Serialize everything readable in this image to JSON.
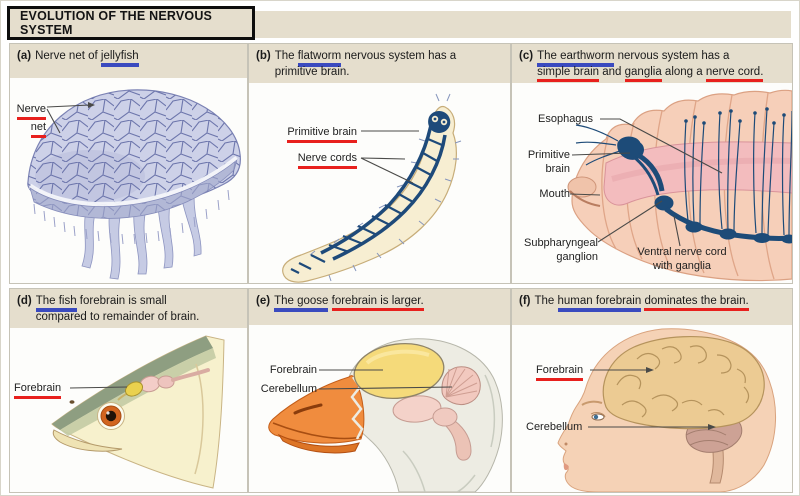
{
  "title": "EVOLUTION OF THE NERVOUS SYSTEM",
  "colors": {
    "header_bg": "#e5decd",
    "underline_blue": "#3a4abf",
    "underline_red": "#e8201d",
    "nervous_system_navy": "#1d4b78",
    "panel_border": "#c6c3b7"
  },
  "panels": [
    {
      "id": "a",
      "letter": "(a)",
      "caption": [
        {
          "t": "Nerve net of ",
          "u": ""
        },
        {
          "t": "jellyfish",
          "u": "blue"
        }
      ],
      "illustration": "jellyfish",
      "labels": [
        {
          "name": "nerve-net",
          "lines": [
            "Nerve",
            "net"
          ]
        }
      ]
    },
    {
      "id": "b",
      "letter": "(b)",
      "caption": [
        {
          "t": "The ",
          "u": ""
        },
        {
          "t": "flatworm",
          "u": "blue"
        },
        {
          "t": " nervous system has a\nprimitive brain.",
          "u": ""
        }
      ],
      "illustration": "flatworm",
      "labels": [
        {
          "name": "primitive-brain",
          "lines": [
            "Primitive brain"
          ]
        },
        {
          "name": "nerve-cords",
          "lines": [
            "Nerve cords"
          ]
        }
      ]
    },
    {
      "id": "c",
      "letter": "(c)",
      "caption": [
        {
          "t": "The earthworm",
          "u": "blue"
        },
        {
          "t": " nervous system has a\n",
          "u": ""
        },
        {
          "t": "simple brain",
          "u": "red"
        },
        {
          "t": " and ",
          "u": ""
        },
        {
          "t": "ganglia",
          "u": "red"
        },
        {
          "t": " along a ",
          "u": ""
        },
        {
          "t": "nerve cord.",
          "u": "red"
        }
      ],
      "illustration": "earthworm",
      "labels": [
        {
          "name": "esophagus",
          "lines": [
            "Esophagus"
          ]
        },
        {
          "name": "primitive-brain",
          "lines": [
            "Primitive",
            "brain"
          ]
        },
        {
          "name": "mouth",
          "lines": [
            "Mouth"
          ]
        },
        {
          "name": "subpharyngeal-ganglion",
          "lines": [
            "Subpharyngeal",
            "ganglion"
          ]
        },
        {
          "name": "ventral-nerve-cord",
          "lines": [
            "Ventral nerve cord",
            "with ganglia"
          ]
        }
      ]
    },
    {
      "id": "d",
      "letter": "(d)",
      "caption": [
        {
          "t": "The fish",
          "u": "blue"
        },
        {
          "t": " forebrain is small\ncompared to remainder of brain.",
          "u": ""
        }
      ],
      "illustration": "fish",
      "labels": [
        {
          "name": "forebrain",
          "lines": [
            "Forebrain"
          ]
        }
      ]
    },
    {
      "id": "e",
      "letter": "(e)",
      "caption": [
        {
          "t": "The goose",
          "u": "blue"
        },
        {
          "t": " ",
          "u": ""
        },
        {
          "t": "forebrain is larger.",
          "u": "red"
        }
      ],
      "illustration": "goose",
      "labels": [
        {
          "name": "forebrain",
          "lines": [
            "Forebrain"
          ]
        },
        {
          "name": "cerebellum",
          "lines": [
            "Cerebellum"
          ]
        }
      ]
    },
    {
      "id": "f",
      "letter": "(f)",
      "caption": [
        {
          "t": "The ",
          "u": ""
        },
        {
          "t": "human forebrain",
          "u": "blue"
        },
        {
          "t": " ",
          "u": ""
        },
        {
          "t": "dominates the brain.",
          "u": "red"
        }
      ],
      "illustration": "human",
      "labels": [
        {
          "name": "forebrain",
          "lines": [
            "Forebrain"
          ]
        },
        {
          "name": "cerebellum",
          "lines": [
            "Cerebellum"
          ]
        }
      ]
    }
  ]
}
